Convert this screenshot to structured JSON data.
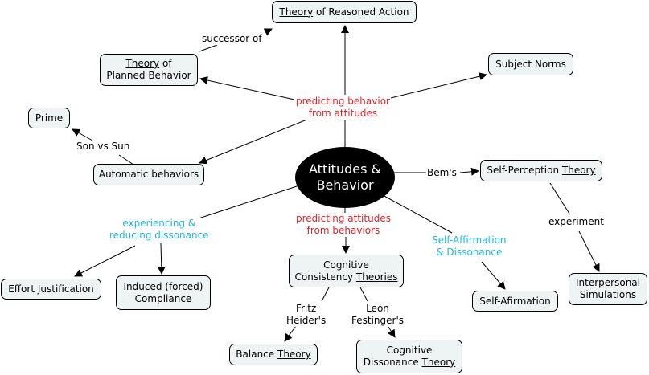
{
  "central_concept": {
    "line1": "Attitudes &",
    "line2": "Behavior"
  },
  "nodes": {
    "tra": {
      "u": "Theory",
      "rest": " of Reasoned Action"
    },
    "tpb": {
      "u": "Theory",
      "rest": " of",
      "line2": "Planned Behavior"
    },
    "subject_norms": "Subject Norms",
    "prime": "Prime",
    "automatic": "Automatic behaviors",
    "self_perception": {
      "pre": "Self-Perception ",
      "u": "Theory"
    },
    "effort": "Effort Justification",
    "induced": {
      "line1": "Induced (forced)",
      "line2": "Compliance"
    },
    "ccT": {
      "line1": "Cognitive",
      "pre": "Consistency ",
      "u": "Theories"
    },
    "self_afirmation": "Self-Afirmation",
    "interpersonal": {
      "line1": "Interpersonal",
      "line2": "Simulations"
    },
    "balance": {
      "pre": "Balance ",
      "u": "Theory"
    },
    "cdt": {
      "line1": "Cognitive",
      "pre": "Dissonance ",
      "u": "Theory"
    }
  },
  "links": {
    "successor": "successor of",
    "pred_beh": {
      "line1": "predicting behavior",
      "line2": "from attitudes"
    },
    "son_sun": "Son vs Sun",
    "bems": "Bem's",
    "exp_red": {
      "line1": "experiencing &",
      "line2": "reducing dissonance"
    },
    "pred_att": {
      "line1": "predicting attitudes",
      "line2": "from behaviors"
    },
    "self_aff": {
      "line1": "Self-Affirmation",
      "line2": "& Dissonance"
    },
    "experiment": "experiment",
    "fritz": {
      "line1": "Fritz",
      "line2": "Heider's"
    },
    "leon": {
      "line1": "Leon",
      "line2": "Festinger's"
    }
  },
  "colors": {
    "red_label": "#e0232a",
    "cyan_label": "#21b6de",
    "node_fill": "#eef3f4"
  }
}
